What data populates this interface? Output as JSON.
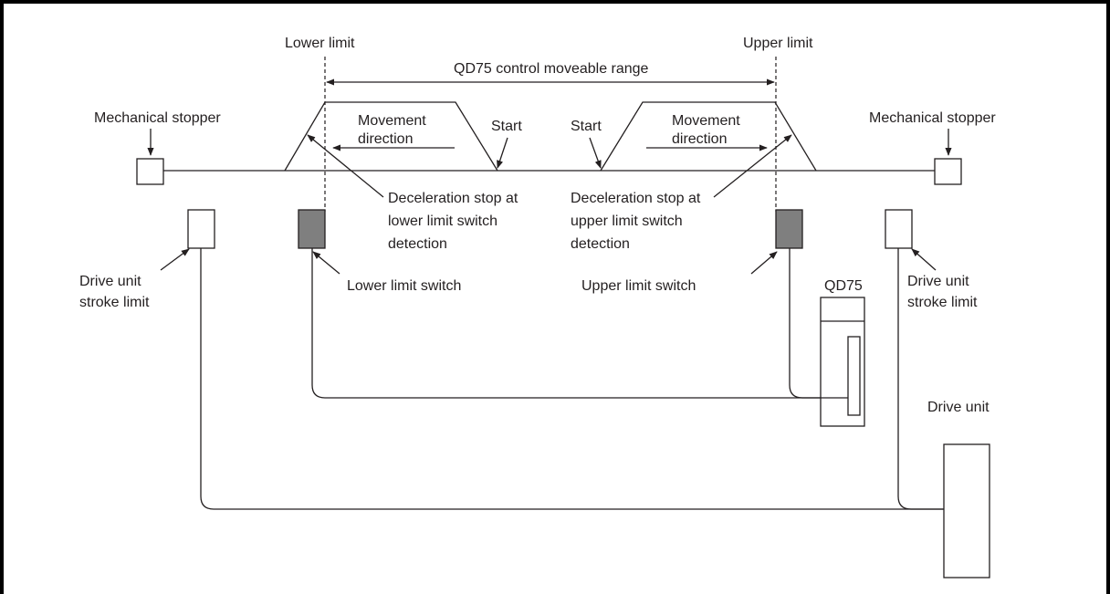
{
  "labels": {
    "lower_limit": "Lower limit",
    "upper_limit": "Upper limit",
    "range": "QD75 control moveable range",
    "stopper_left": "Mechanical stopper",
    "stopper_right": "Mechanical stopper",
    "movement_left": [
      "Movement",
      "direction"
    ],
    "movement_right": [
      "Movement",
      "direction"
    ],
    "start_left": "Start",
    "start_right": "Start",
    "decel_lower": [
      "Deceleration stop at",
      "lower limit switch",
      "detection"
    ],
    "decel_upper": [
      "Deceleration stop at",
      "upper limit switch",
      "detection"
    ],
    "stroke_left": [
      "Drive unit",
      "stroke limit"
    ],
    "stroke_right": [
      "Drive unit",
      "stroke limit"
    ],
    "lower_switch": "Lower limit switch",
    "upper_switch": "Upper limit switch",
    "qd75": "QD75",
    "drive_unit": "Drive unit"
  },
  "colors": {
    "line": "#231f20",
    "limit_switch_fill": "#7f7f7f",
    "frame": "#000000"
  }
}
